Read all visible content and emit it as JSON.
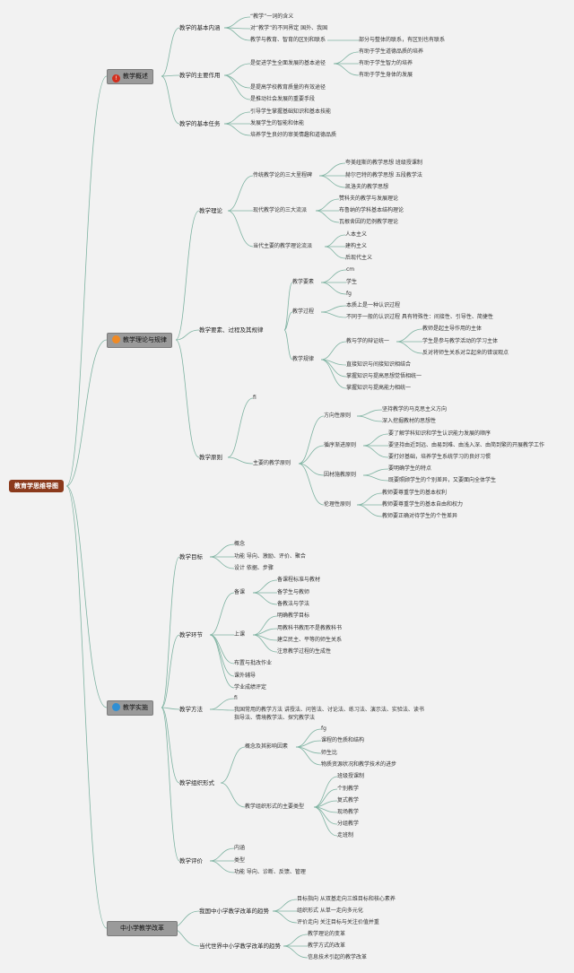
{
  "root": "教育学思维导图",
  "colors": {
    "root": "#8b3a1c",
    "category_box": "#9a9a9a",
    "link": "#7fb3a2",
    "icon_red": "#d32f1e",
    "icon_orange": "#f08a24",
    "icon_blue": "#2f8fd4"
  },
  "c1": {
    "title": "教学概述",
    "icon": "red-circle-icon",
    "a": {
      "label": "教学的基本内涵",
      "i": [
        "“教学”一词的含义",
        "对“教学”的不同界定 国外、我国",
        "教学与教育、智育的区别和联系"
      ],
      "i3": "部分与整体的联系，有区别也有联系"
    },
    "b": {
      "label": "教学的主要作用",
      "i1": "是促进学生全面发展的基本途径",
      "i1c": [
        "有助于学生道德品质的培养",
        "有助于学生智力的培养",
        "有助于学生身体的发展"
      ],
      "i2": "是提高学校教育质量的有效途径",
      "i3": "是推动社会发展的重要手段"
    },
    "c": {
      "label": "教学的基本任务",
      "i": [
        "引导学生掌握基础知识和基本技能",
        "发展学生的智能和体能",
        "培养学生良好的审美情趣和道德品质"
      ]
    }
  },
  "c2": {
    "title": "教学理论与规律",
    "icon": "orange-circle-icon",
    "a": {
      "label": "教学理论",
      "a1": {
        "label": "传统教学论的三大里程碑",
        "i": [
          "夸美纽斯的教学思想 班级授课制",
          "赫尔巴特的教学思想 五段教学法",
          "凯洛夫的教学思想"
        ]
      },
      "a2": {
        "label": "现代教学论的三大流派",
        "i": [
          "赞科夫的教学与发展理论",
          "布鲁纳的学科基本结构理论",
          "瓦根舍因的范例教学理论"
        ]
      },
      "a3": {
        "label": "当代主要的教学理论流派",
        "i": [
          "人本主义",
          "建构主义",
          "后现代主义"
        ]
      }
    },
    "b": {
      "label": "教学要素、过程及其规律",
      "b1": {
        "label": "教学要素",
        "i": [
          "cm",
          "学生",
          "fg"
        ]
      },
      "b2": {
        "label": "教学过程",
        "i": [
          "本质上是一种认识过程",
          "不同于一般的认识过程 具有特殊性：间接性、引导性、简捷性"
        ]
      },
      "b3": {
        "label": "教学规律",
        "i1": "教与学的辩证统一",
        "i1c": [
          "教师是起主导作用的主体",
          "学生是参与教学活动的学习主体",
          "反对将师生关系对立起来的错误观点"
        ],
        "i": [
          "直接知识与间接知识相结合",
          "掌握知识与提高思想觉悟相统一",
          "掌握知识与提高能力相统一"
        ]
      }
    },
    "c": {
      "label": "教学原则",
      "fi": "fi",
      "c1label": "主要的教学原则",
      "d1": {
        "label": "方向性原则",
        "i": [
          "坚持教学的马克思主义方向",
          "深入挖掘教材的思想性"
        ]
      },
      "d2": {
        "label": "循序渐进原则",
        "i": [
          "要了解学科知识和学生认识能力发展的顺序",
          "要坚持由近到远、由易到难、由浅入深、由简到繁的开展教学工作",
          "要打好基础，培养学生系统学习的良好习惯"
        ]
      },
      "d3": {
        "label": "因材施教原则",
        "i": [
          "要明确学生的特点",
          "既要照顾学生的个别差异，又要面向全体学生"
        ]
      },
      "d4": {
        "label": "伦理性原则",
        "i": [
          "教师要尊重学生的基本权利",
          "教师要尊重学生的基本自由和权力",
          "教师要正确对待学生的个性差异"
        ]
      }
    }
  },
  "c3": {
    "title": "教学实施",
    "icon": "blue-globe-icon",
    "a": {
      "label": "教学目标",
      "i": [
        "概念",
        "功能 导向、激励、评价、聚合",
        "设计 依据、步骤"
      ]
    },
    "b": {
      "label": "教学环节",
      "b1": {
        "label": "备课",
        "i": [
          "备课程标准与教材",
          "备学生与教师",
          "备教法与学法"
        ]
      },
      "b2": {
        "label": "上课",
        "i": [
          "明确教学目标",
          "用教科书教而不是教教科书",
          "建立民主、平等的师生关系",
          "注意教学过程的生成性"
        ]
      },
      "i": [
        "布置与批改作业",
        "课外辅导",
        "学业成绩评定"
      ]
    },
    "c": {
      "label": "教学方法",
      "i1": "fi",
      "i2a": "我国常用的教学方法 讲授法、问答法、讨论法、练习法、演示法、实验法、读书",
      "i2b": "指导法、情境教学法、探究教学法"
    },
    "d": {
      "label": "教学组织形式",
      "d1": {
        "label": "概念及其影响因素",
        "i": [
          "fg",
          "课程的性质和结构",
          "师生比",
          "物质资源状况和教学技术的进步"
        ]
      },
      "d2": {
        "label": "教学组织形式的主要类型",
        "i": [
          "班级授课制",
          "个别教学",
          "复式教学",
          "现场教学",
          "分组教学",
          "走班制"
        ]
      }
    },
    "e": {
      "label": "教学评价",
      "i": [
        "内涵",
        "类型",
        "功能 导向、诊断、反馈、管理"
      ]
    }
  },
  "c4": {
    "title": "中小学教学改革",
    "a": {
      "label": "我国中小学教学改革的趋势",
      "i": [
        "目标指向 从双基走向三维目标和核心素养",
        "组织形式 从单一走向多元化",
        "评价走向 关注目标与关注价值并重"
      ]
    },
    "b": {
      "label": "当代世界中小学教学改革的趋势",
      "i": [
        "教学理论的变革",
        "教学方式的改革",
        "信息技术引起的教学改革"
      ]
    }
  }
}
